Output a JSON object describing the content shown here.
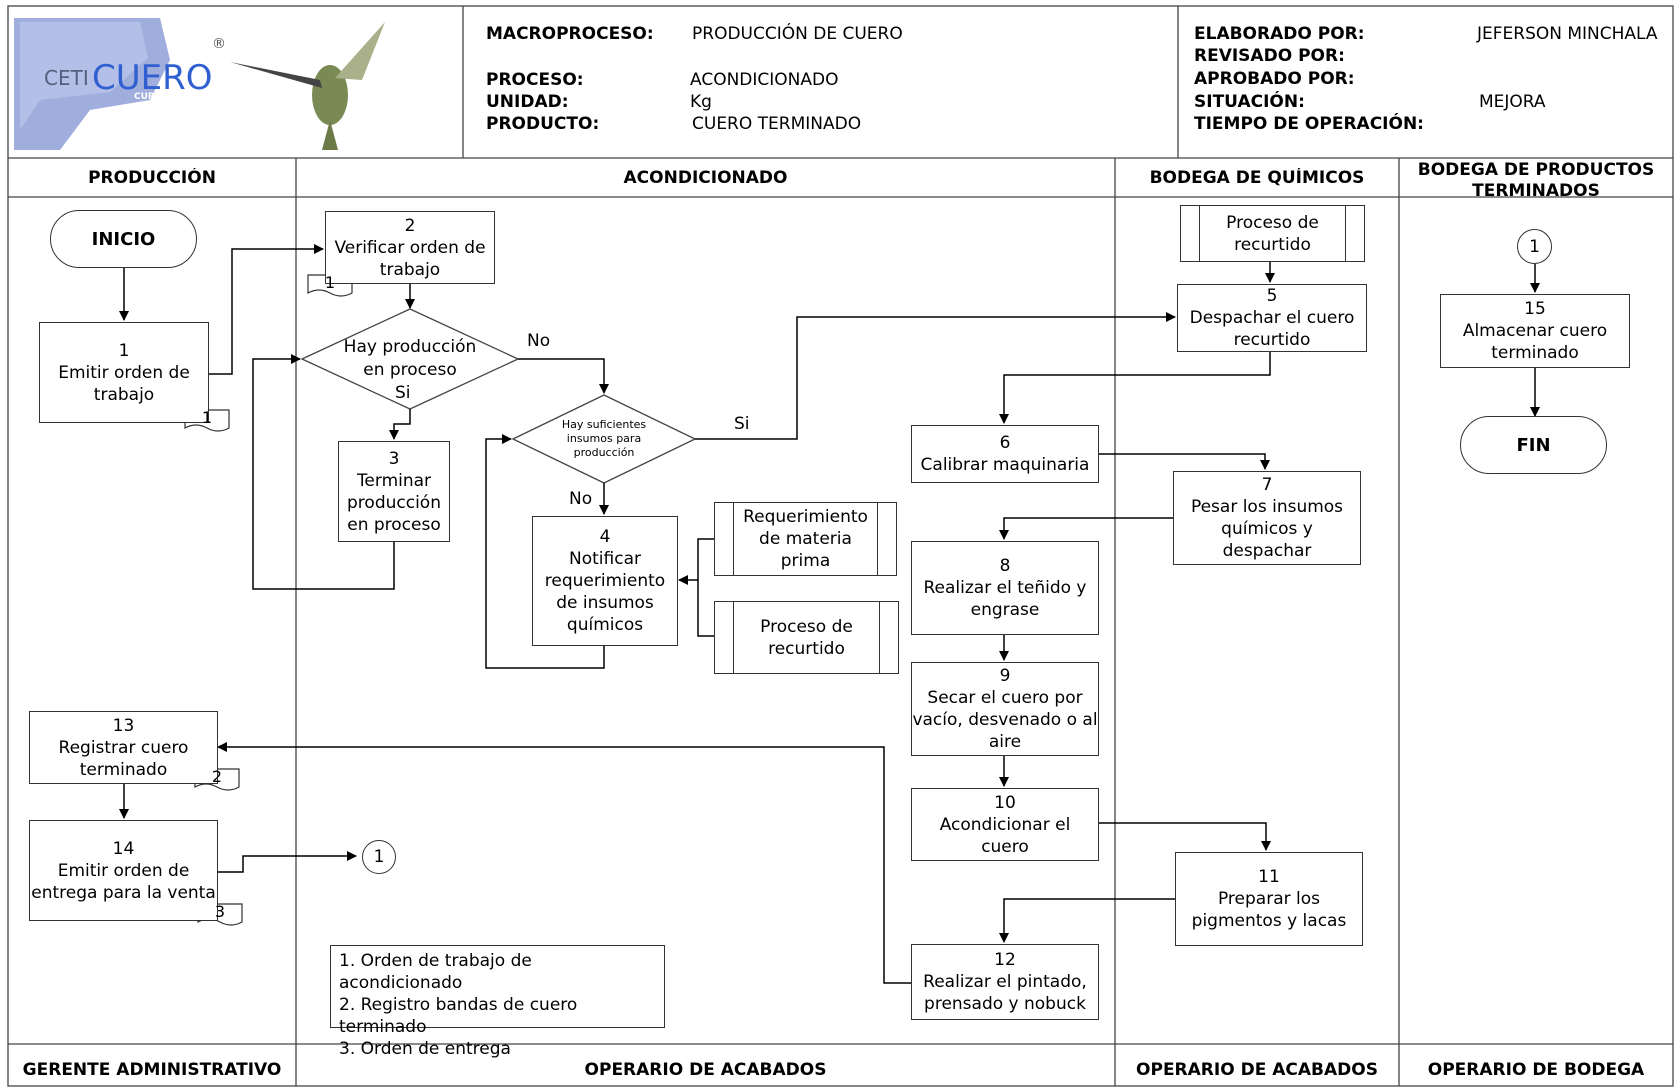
{
  "header": {
    "logo": {
      "brand_prefix": "CETI",
      "brand_main": "CUERO",
      "brand_sub": "CURTIDURIA",
      "registered": "®"
    },
    "macroproceso_label": "MACROPROCESO:",
    "macroproceso_value": "PRODUCCIÓN DE CUERO",
    "proceso_label": "PROCESO:",
    "proceso_value": "ACONDICIONADO",
    "unidad_label": "UNIDAD:",
    "unidad_value": "Kg",
    "producto_label": "PRODUCTO:",
    "producto_value": "CUERO TERMINADO",
    "elaborado_label": "ELABORADO POR:",
    "elaborado_value": "JEFERSON MINCHALA",
    "revisado_label": "REVISADO POR:",
    "aprobado_label": "APROBADO POR:",
    "situacion_label": "SITUACIÓN:",
    "situacion_value": "MEJORA",
    "tiempo_label": "TIEMPO DE OPERACIÓN:"
  },
  "lanes_top": [
    "PRODUCCIÓN",
    "ACONDICIONADO",
    "BODEGA DE QUÍMICOS",
    "BODEGA DE PRODUCTOS TERMINADOS"
  ],
  "lanes_bottom": [
    "GERENTE ADMINISTRATIVO",
    "OPERARIO DE ACABADOS",
    "OPERARIO DE ACABADOS",
    "OPERARIO DE BODEGA"
  ],
  "terminals": {
    "start": "INICIO",
    "end": "FIN"
  },
  "steps": {
    "s1": [
      "1",
      "Emitir orden de",
      "trabajo"
    ],
    "s2": [
      "2",
      "Verificar orden de",
      "trabajo"
    ],
    "s3": [
      "3",
      "Terminar",
      "producción",
      "en proceso"
    ],
    "s4": [
      "4",
      "Notificar",
      "requerimiento",
      "de insumos",
      "químicos"
    ],
    "s5": [
      "5",
      "Despachar el cuero",
      "recurtido"
    ],
    "s6": [
      "6",
      "Calibrar maquinaria"
    ],
    "s7": [
      "7",
      "Pesar los insumos",
      "químicos y",
      "despachar"
    ],
    "s8": [
      "8",
      "Realizar el teñido y",
      "engrase"
    ],
    "s9": [
      "9",
      "Secar el cuero por",
      "vacío, desvenado o al",
      "aire"
    ],
    "s10": [
      "10",
      "Acondicionar el",
      "cuero"
    ],
    "s11": [
      "11",
      "Preparar los",
      "pigmentos y lacas"
    ],
    "s12": [
      "12",
      "Realizar el pintado,",
      "prensado y nobuck"
    ],
    "s13": [
      "13",
      "Registrar cuero",
      "terminado"
    ],
    "s14": [
      "14",
      "Emitir orden de",
      "entrega para la venta"
    ],
    "s15": [
      "15",
      "Almacenar cuero",
      "terminado"
    ]
  },
  "decisions": {
    "d1": [
      "Hay producción",
      "en proceso"
    ],
    "d2": [
      "Hay suficientes",
      "insumos para",
      "producción"
    ]
  },
  "subprocesses": {
    "p_recurtido_top": [
      "Proceso de",
      "recurtido"
    ],
    "p_materia": [
      "Requerimiento",
      "de materia",
      "prima"
    ],
    "p_recurtido_mid": [
      "Proceso de",
      "recurtido"
    ]
  },
  "edge_labels": {
    "d1_no": "No",
    "d1_si": "Si",
    "d2_si": "Si",
    "d2_no": "No"
  },
  "connectors": {
    "c1": "1",
    "c2": "1"
  },
  "documents": {
    "doc_s1": "1",
    "doc_s2": "1",
    "doc_s13": "2",
    "doc_s14": "3"
  },
  "legend": [
    "1. Orden de trabajo de acondicionado",
    "2. Registro bandas de cuero terminado",
    "3. Orden de entrega"
  ]
}
